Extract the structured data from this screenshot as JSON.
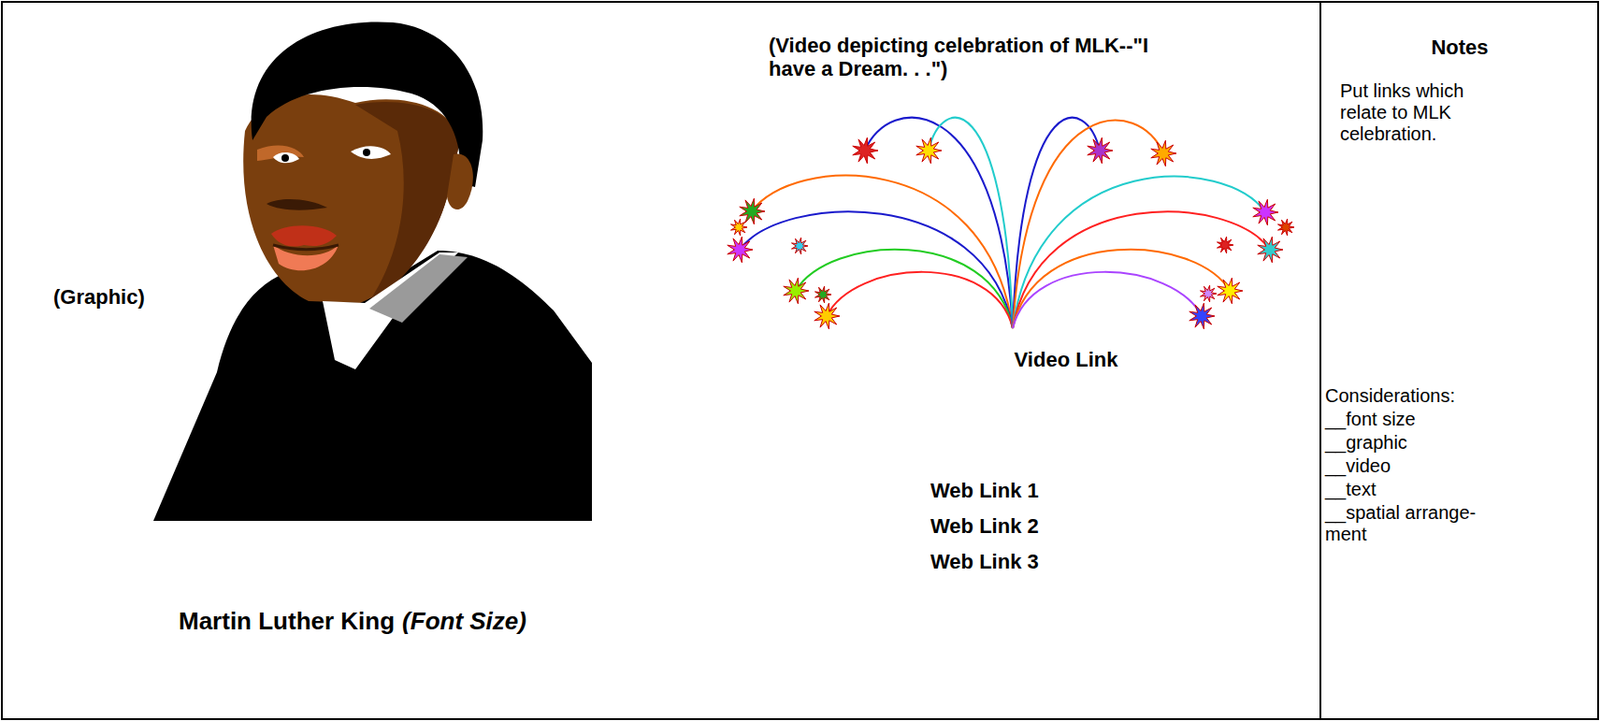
{
  "diagram": {
    "nodes": [
      {
        "text": [
          "Notes",
          "Put links which relate to MLK celebration.",
          "Considerations:",
          "__font size",
          "__graphic",
          "__video",
          "__text",
          "__spatial arrange- ment"
        ]
      }
    ],
    "labels": [
      "(Graphic)",
      "Martin Luther King",
      "(Font Size)",
      "(Video depicting celebration of MLK--\"I have a Dream. . .\")",
      "Video Link",
      "Web Link 1",
      "Web Link 2",
      "Web Link 3"
    ]
  }
}
